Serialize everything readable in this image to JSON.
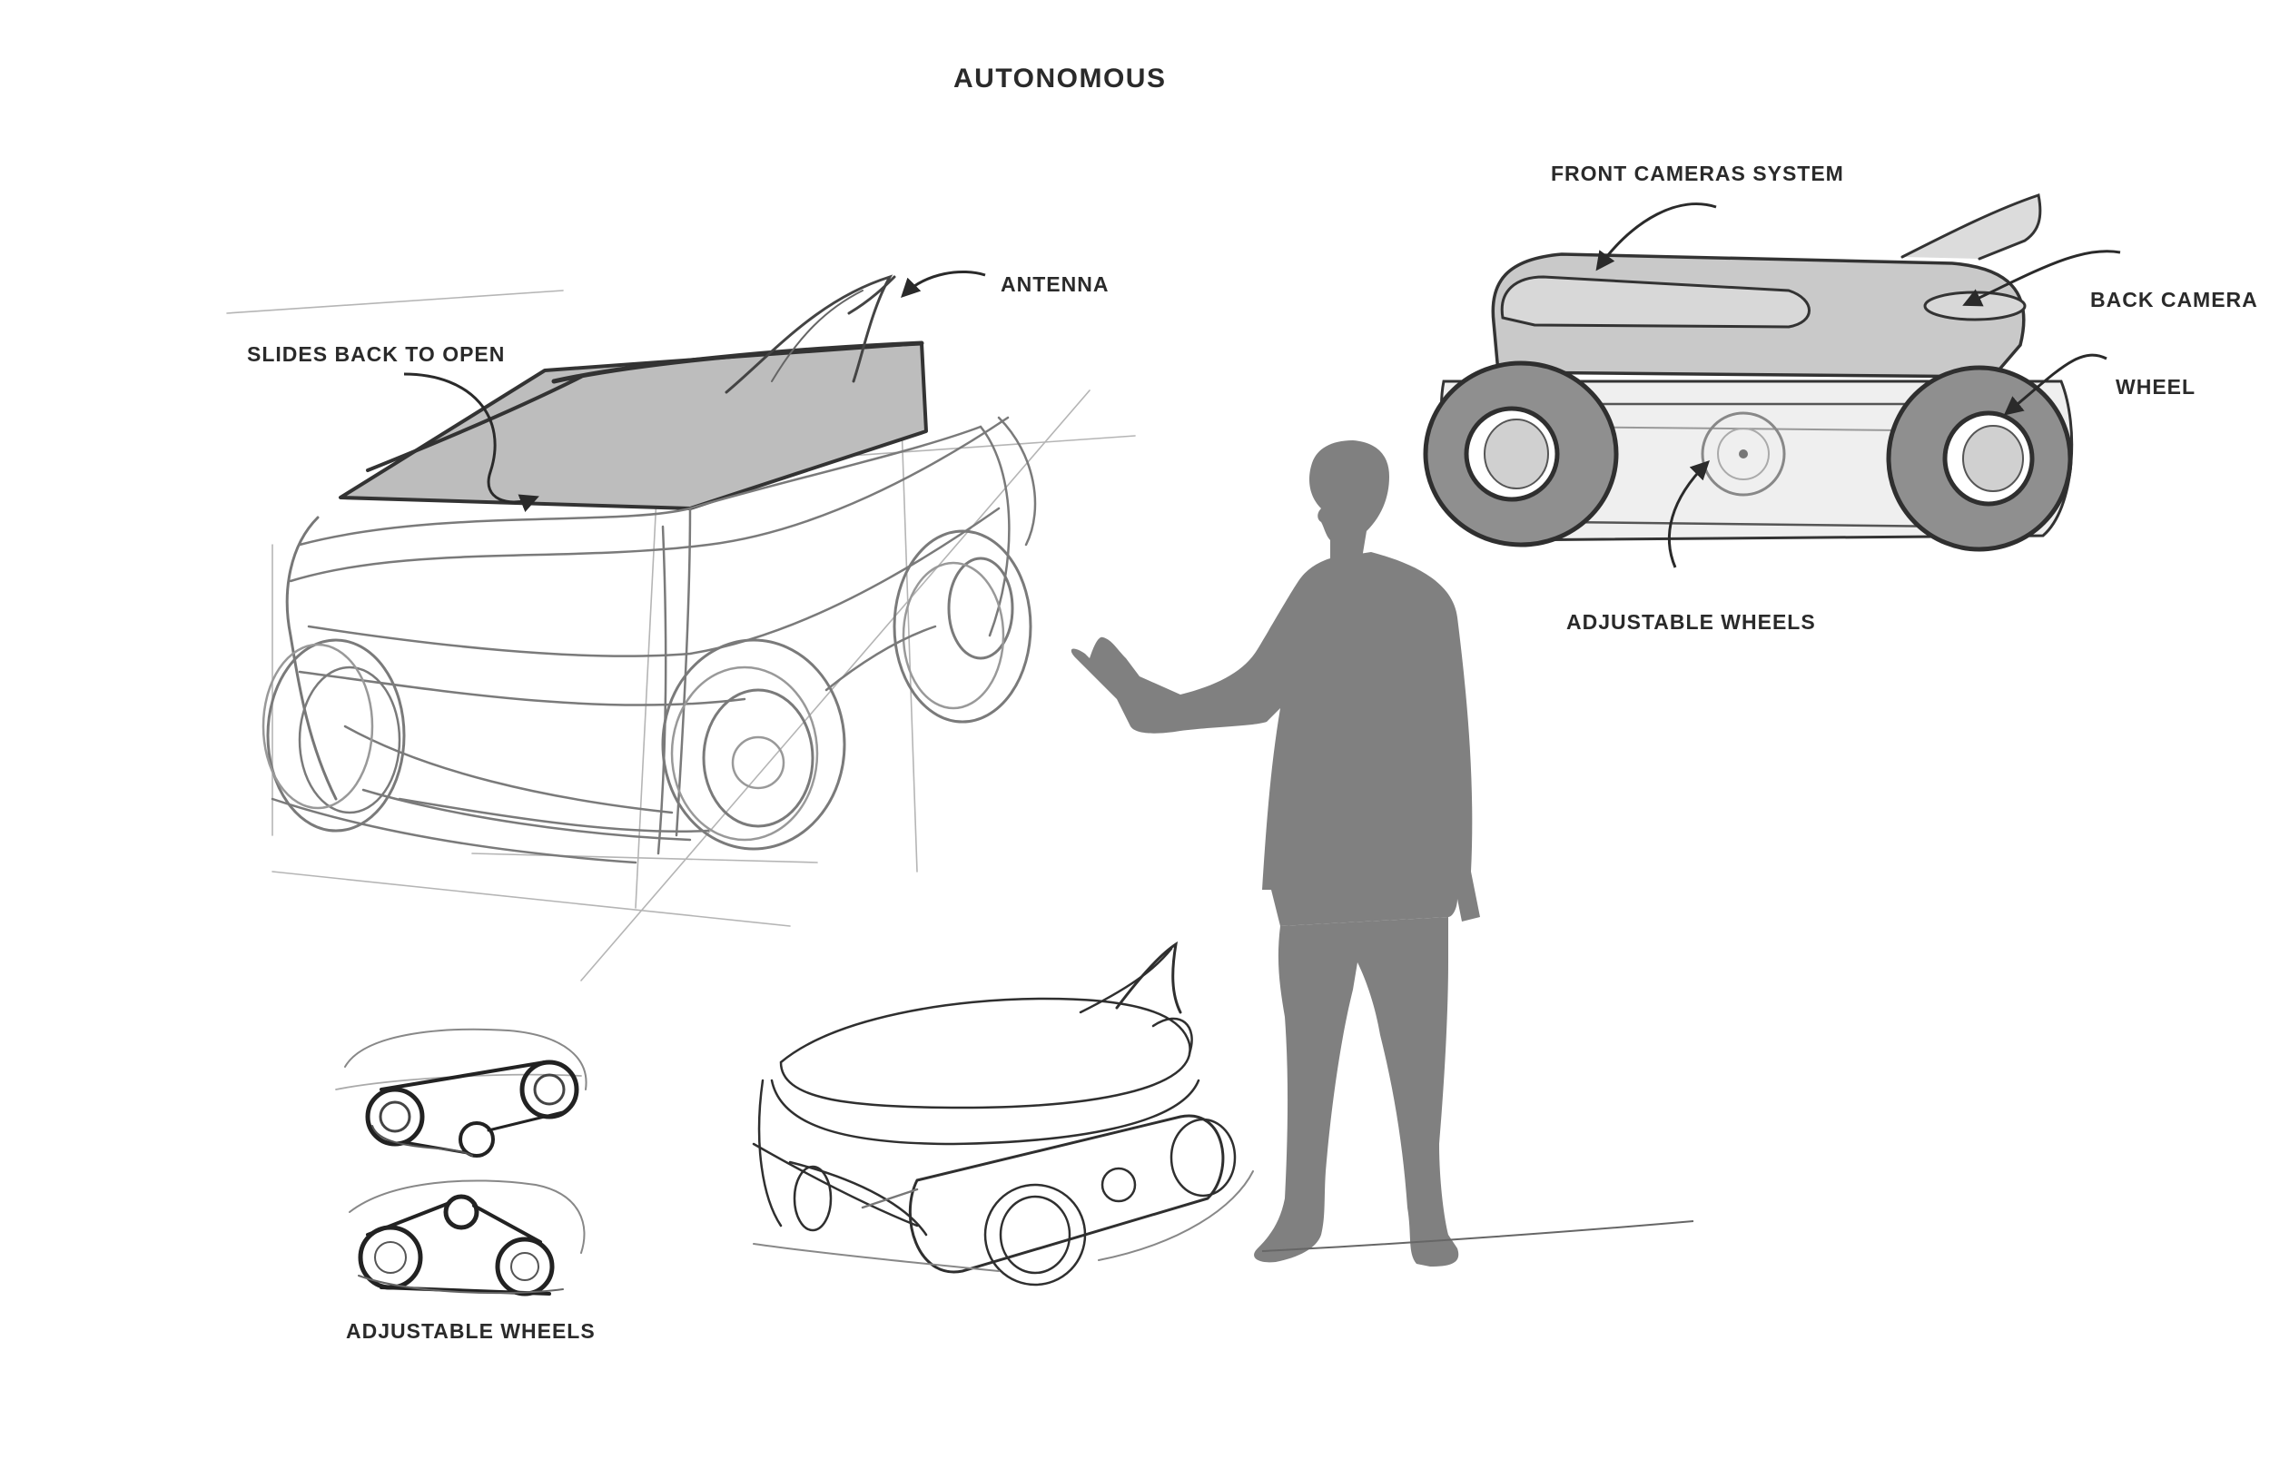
{
  "title": "AUTONOMOUS",
  "labels": {
    "slides_back": "SLIDES BACK TO OPEN",
    "antenna": "ANTENNA",
    "front_cameras": "FRONT CAMERAS SYSTEM",
    "back_camera": "BACK CAMERA",
    "wheel": "WHEEL",
    "adjustable_wheels_side": "ADJUSTABLE WHEELS",
    "adjustable_wheels_bottom": "ADJUSTABLE WHEELS"
  },
  "colors": {
    "ink": "#2a2a2a",
    "sketch_line": "#777777",
    "silhouette": "#808080",
    "body_fill": "#c8c8c8",
    "tire_fill": "#9a9a9a"
  }
}
